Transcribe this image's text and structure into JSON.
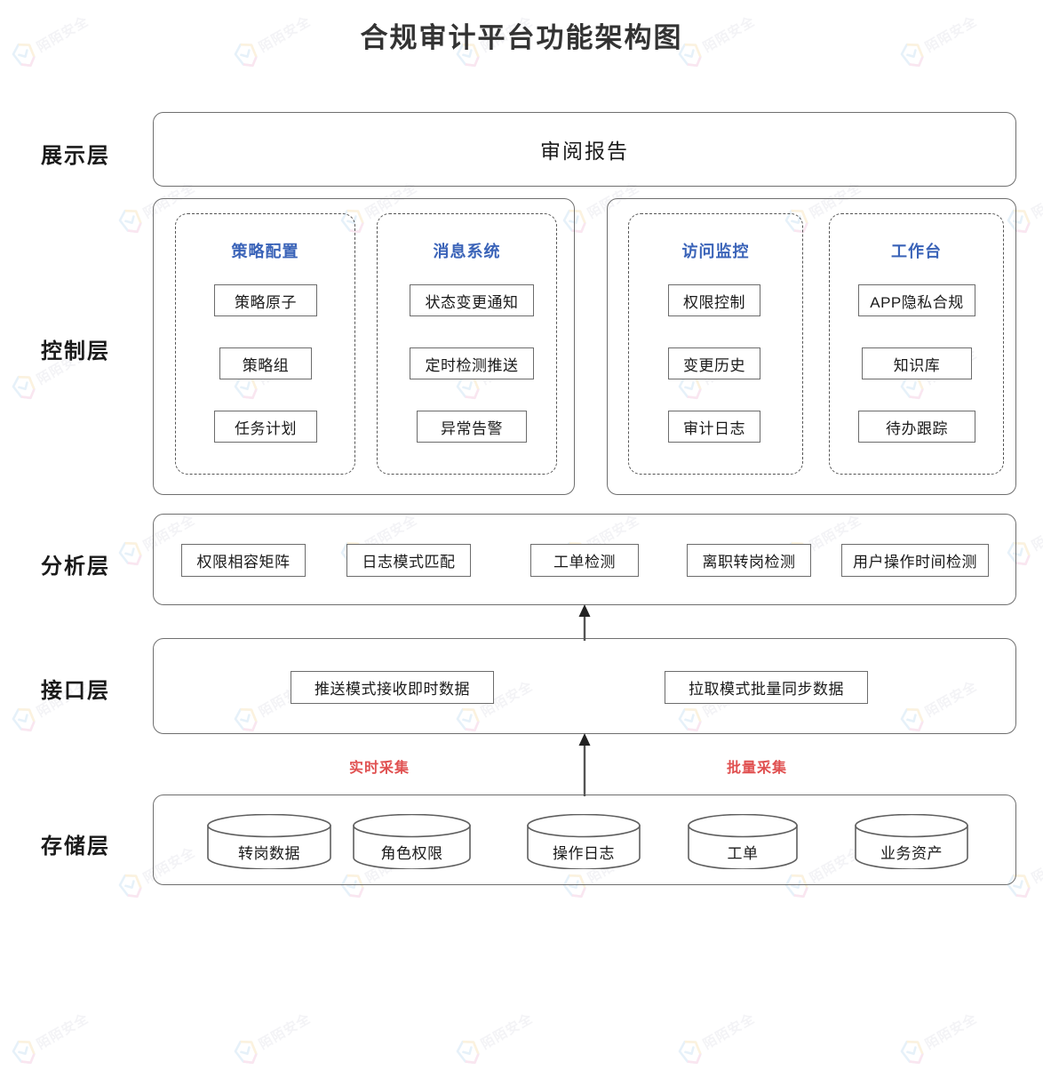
{
  "title": "合规审计平台功能架构图",
  "colors": {
    "group_title": "#3a63b8",
    "arrow_label": "#e05050",
    "border": "#6c6c6c",
    "title": "#333333"
  },
  "watermark": {
    "text": "陌陌安全"
  },
  "layers": [
    {
      "id": "presentation",
      "label": "展示层",
      "nodes": [
        {
          "label": "审阅报告"
        }
      ]
    },
    {
      "id": "control",
      "label": "控制层",
      "groups": [
        {
          "title": "策略配置",
          "nodes": [
            "策略原子",
            "策略组",
            "任务计划"
          ]
        },
        {
          "title": "消息系统",
          "nodes": [
            "状态变更通知",
            "定时检测推送",
            "异常告警"
          ]
        },
        {
          "title": "访问监控",
          "nodes": [
            "权限控制",
            "变更历史",
            "审计日志"
          ]
        },
        {
          "title": "工作台",
          "nodes": [
            "APP隐私合规",
            "知识库",
            "待办跟踪"
          ]
        }
      ]
    },
    {
      "id": "analysis",
      "label": "分析层",
      "nodes": [
        "权限相容矩阵",
        "日志模式匹配",
        "工单检测",
        "离职转岗检测",
        "用户操作时间检测"
      ]
    },
    {
      "id": "interface",
      "label": "接口层",
      "nodes": [
        "推送模式接收即时数据",
        "拉取模式批量同步数据"
      ]
    },
    {
      "id": "storage",
      "label": "存储层",
      "nodes": [
        "转岗数据",
        "角色权限",
        "操作日志",
        "工单",
        "业务资产"
      ]
    }
  ],
  "arrows": [
    {
      "name": "storage-to-interface",
      "label": ""
    },
    {
      "name": "interface-to-analysis",
      "label": ""
    }
  ],
  "arrow_labels": [
    {
      "text": "实时采集"
    },
    {
      "text": "批量采集"
    }
  ]
}
